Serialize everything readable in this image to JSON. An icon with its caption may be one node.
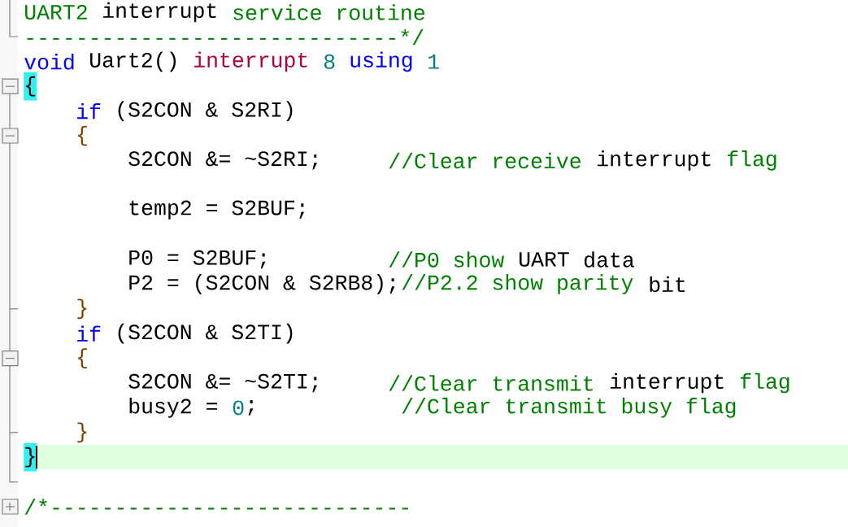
{
  "diagram": {
    "labels": [
      "UART2",
      "interrupt",
      "service routine",
      "-----------------------------*/",
      "void",
      "Uart2()",
      "interrupt",
      "8",
      "using",
      "1",
      "{",
      "if",
      "(S2CON & S2RI)",
      "{",
      "S2CON &= ~S2RI;",
      "//Clear receive",
      "interrupt",
      "flag",
      "temp2 = S2BUF;",
      "P0 = S2BUF;",
      "//P0 show",
      "UART",
      "data",
      "P2 = (S2CON & S2RB8);",
      "//P2.2 show parity",
      "bit",
      "}",
      "if",
      "(S2CON & S2TI)",
      "{",
      "S2CON &= ~S2TI;",
      "//Clear transmit",
      "interrupt",
      "flag",
      "busy2 =",
      "0",
      ";",
      "//Clear transmit busy flag",
      "}",
      "}",
      "/*----------------------------"
    ]
  }
}
